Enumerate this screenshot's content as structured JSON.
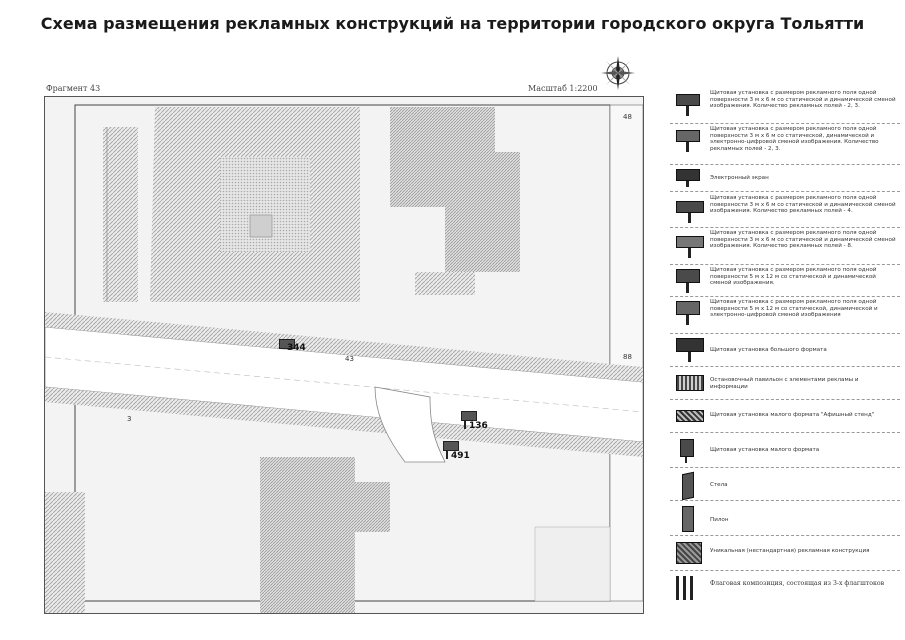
{
  "title": "Схема размещения рекламных конструкций на территории городского округа Тольятти",
  "map": {
    "fragment_label": "Фрагмент 43",
    "scale_label": "Масштаб 1:2200",
    "edge_numbers": {
      "top_right": "48",
      "right_mid": "88",
      "center": "43",
      "left_road": "3"
    },
    "signs": [
      {
        "id": "344"
      },
      {
        "id": "136"
      },
      {
        "id": "491"
      }
    ]
  },
  "legend": {
    "items": [
      {
        "icon": "billboard-3x6-static-dynamic-icon",
        "text": "Щитовая установка с размером рекламного поля одной поверхности 3 м х 6 м со статической и динамической сменой изображения. Количество рекламных полей - 2, 3."
      },
      {
        "icon": "billboard-3x6-digital-icon",
        "text": "Щитовая установка с размером рекламного поля одной поверхности 3 м х 6 м со статической, динамической и электронно-цифровой сменой изображения. Количество рекламных полей - 2, 3."
      },
      {
        "icon": "electronic-screen-icon",
        "text": "Электронный экран"
      },
      {
        "icon": "billboard-3x6-four-fields-icon",
        "text": "Щитовая установка с размером рекламного поля одной поверхности 3 м х 6 м со статической и динамической сменой изображения. Количество рекламных полей - 4."
      },
      {
        "icon": "billboard-3x6-eight-fields-icon",
        "text": "Щитовая установка с размером рекламного поля одной поверхности 3 м х 6 м со статической и динамической сменой изображения. Количество рекламных полей - 8."
      },
      {
        "icon": "billboard-5x12-static-dynamic-icon",
        "text": "Щитовая установка с размером рекламного поля одной поверхности 5 м х 12 м со статической и динамической сменой изображения."
      },
      {
        "icon": "billboard-5x12-digital-icon",
        "text": "Щитовая установка с размером рекламного поля одной поверхности 5 м х 12 м со статической, динамической и электронно-цифровой сменой изображения"
      },
      {
        "icon": "large-format-billboard-icon",
        "text": "Щитовая установка большого формата"
      },
      {
        "icon": "bus-stop-pavilion-icon",
        "text": "Остановочный павильон с элементами рекламы и информации"
      },
      {
        "icon": "small-format-city-format-icon",
        "text": "Щитовая установка малого формата \"Афишный стенд\""
      },
      {
        "icon": "small-format-billboard-icon",
        "text": "Щитовая установка малого формата"
      },
      {
        "icon": "stela-icon",
        "text": "Стела"
      },
      {
        "icon": "pylon-icon",
        "text": "Пилон"
      },
      {
        "icon": "unique-construction-icon",
        "text": "Уникальная (нестандартная) рекламная конструкция"
      },
      {
        "icon": "flag-composition-icon",
        "text": "Флаговая композиция, состоящая из 3-х флагштоков"
      }
    ]
  },
  "colors": {
    "map_bg": "#f4f4f4",
    "hatch": "#b5b5b5",
    "road": "#ffffff",
    "sign": "#4a4a4a"
  }
}
